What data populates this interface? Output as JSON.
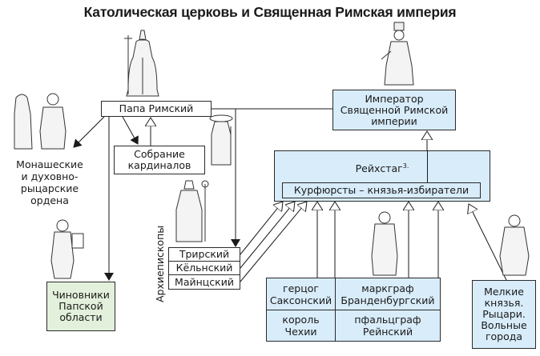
{
  "title": "Католическая церковь и Священная Римская империя",
  "nodes": {
    "pope": "Папа Римский",
    "cardinals_line1": "Собрание",
    "cardinals_line2": "кардиналов",
    "emperor_line1": "Император",
    "emperor_line2": "Священной Римской",
    "emperor_line3": "империи",
    "reichstag": "Рейхстаг",
    "reichstag_note": "3.",
    "electors": "Курфюрсты – князья-избиратели",
    "orders_line1": "Монашеские",
    "orders_line2": "и духовно-",
    "orders_line3": "рыцарские",
    "orders_line4": "ордена",
    "officials_line1": "Чиновники",
    "officials_line2": "Папской",
    "officials_line3": "области",
    "archbishops_label": "Архиепископы",
    "archbishops": [
      "Трирский",
      "Кёльнский",
      "Майнцский"
    ],
    "secular_electors": [
      {
        "line1": "герцог",
        "line2": "Саксонский"
      },
      {
        "line1": "маркграф",
        "line2": "Бранденбургский"
      },
      {
        "line1": "король",
        "line2": "Чехии"
      },
      {
        "line1": "пфальцграф",
        "line2": "Рейнский"
      }
    ],
    "minor_line1": "Мелкие",
    "minor_line2": "князья.",
    "minor_line3": "Рыцари.",
    "minor_line4": "Вольные",
    "minor_line5": "города"
  },
  "colors": {
    "blue_fill": "#d8ecfa",
    "green_fill": "#e3f0dc",
    "line": "#1a1a1a"
  },
  "figures": [
    "pope-figure",
    "emperor-figure",
    "monk-figure",
    "knight-figure",
    "cardinal-figure",
    "archbishop-figure",
    "official-figure",
    "elector-figure",
    "townsman-figure"
  ]
}
